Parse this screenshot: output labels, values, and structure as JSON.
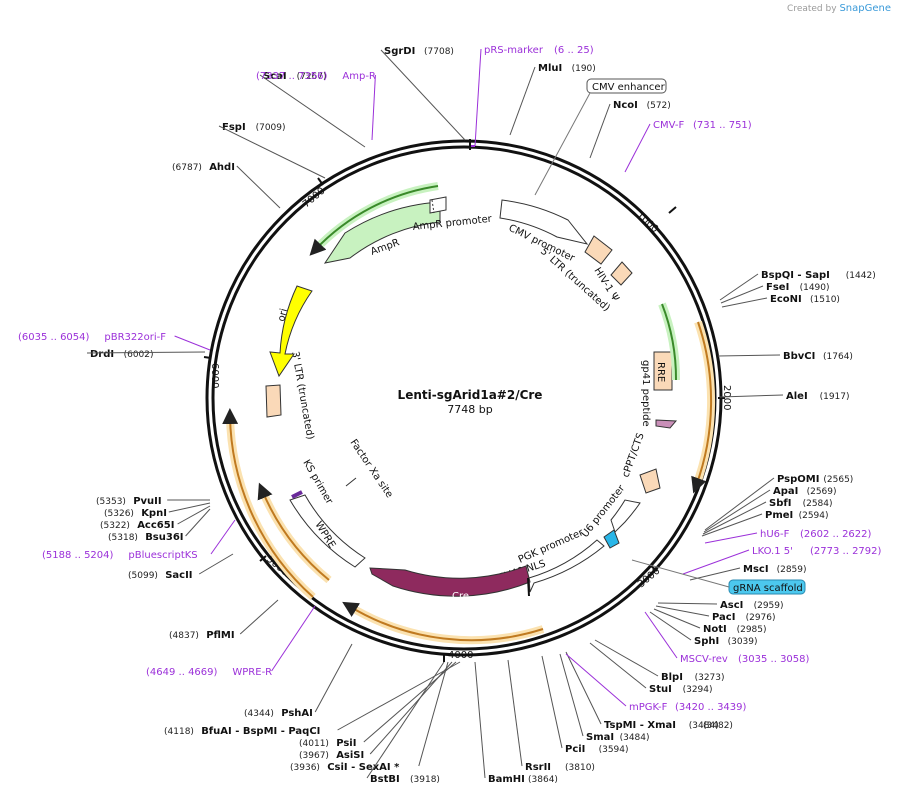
{
  "credit": {
    "prefix": "Created by",
    "brand": "SnapGene"
  },
  "plasmid": {
    "name": "Lenti-sgArid1a#2/Cre",
    "size_label": "7748 bp",
    "length": 7748
  },
  "ticks": [
    "1000",
    "2000",
    "3000",
    "4000",
    "5000",
    "6000",
    "7000"
  ],
  "sites": [
    {
      "pos": "(7708)",
      "name": "SgrDI"
    },
    {
      "pos": "(190)",
      "name": "MluI"
    },
    {
      "pos": "(572)",
      "name": "NcoI"
    },
    {
      "pos": "(7267)",
      "name": "ScaI"
    },
    {
      "pos": "(7009)",
      "name": "FspI"
    },
    {
      "pos": "(6787)",
      "name": "AhdI"
    },
    {
      "pos": "(1442)",
      "name": "BspQI - SapI"
    },
    {
      "pos": "(1490)",
      "name": "FseI"
    },
    {
      "pos": "(1510)",
      "name": "EcoNI"
    },
    {
      "pos": "(1764)",
      "name": "BbvCI"
    },
    {
      "pos": "(1917)",
      "name": "AleI"
    },
    {
      "pos": "(6002)",
      "name": "DrdI"
    },
    {
      "pos": "(2565)",
      "name": "PspOMI"
    },
    {
      "pos": "(2569)",
      "name": "ApaI"
    },
    {
      "pos": "(2584)",
      "name": "SbfI"
    },
    {
      "pos": "(2594)",
      "name": "PmeI"
    },
    {
      "pos": "(5353)",
      "name": "PvuII"
    },
    {
      "pos": "(5326)",
      "name": "KpnI"
    },
    {
      "pos": "(5322)",
      "name": "Acc65I"
    },
    {
      "pos": "(5318)",
      "name": "Bsu36I"
    },
    {
      "pos": "(2859)",
      "name": "MscI"
    },
    {
      "pos": "(5099)",
      "name": "SacII"
    },
    {
      "pos": "(2959)",
      "name": "AscI"
    },
    {
      "pos": "(2976)",
      "name": "PacI"
    },
    {
      "pos": "(2985)",
      "name": "NotI"
    },
    {
      "pos": "(3039)",
      "name": "SphI"
    },
    {
      "pos": "(4837)",
      "name": "PflMI"
    },
    {
      "pos": "(3273)",
      "name": "BlpI"
    },
    {
      "pos": "(3294)",
      "name": "StuI"
    },
    {
      "pos": "(4344)",
      "name": "PshAI"
    },
    {
      "pos": "(3484)",
      "name": "TspMI - XmaI"
    },
    {
      "pos": "(3482)",
      "name": ""
    },
    {
      "pos": "(4118)",
      "name": "BfuAI - BspMI - PaqCI"
    },
    {
      "pos": "(4011)",
      "name": "PsiI"
    },
    {
      "pos": "(3967)",
      "name": "AsiSI"
    },
    {
      "pos": "(3936)",
      "name": "CsiI - SexAI *"
    },
    {
      "pos": "(3918)",
      "name": "BstBI"
    },
    {
      "pos": "(3864)",
      "name": "BamHI"
    },
    {
      "pos": "(3810)",
      "name": "RsrII"
    },
    {
      "pos": "(3594)",
      "name": "PciI"
    },
    {
      "pos": "(3484)",
      "name": "SmaI"
    }
  ],
  "primers": [
    {
      "name": "pRS-marker",
      "range": "(6 .. 25)"
    },
    {
      "name": "Amp-R",
      "range": "(7337 .. 7356)"
    },
    {
      "name": "CMV-F",
      "range": "(731 .. 751)"
    },
    {
      "name": "pBR322ori-F",
      "range": "(6035 .. 6054)"
    },
    {
      "name": "hU6-F",
      "range": "(2602 .. 2622)"
    },
    {
      "name": "LKO.1 5'",
      "range": "(2773 .. 2792)"
    },
    {
      "name": "pBluescriptKS",
      "range": "(5188 .. 5204)"
    },
    {
      "name": "MSCV-rev",
      "range": "(3035 .. 3058)"
    },
    {
      "name": "mPGK-F",
      "range": "(3420 .. 3439)"
    },
    {
      "name": "WPRE-R",
      "range": "(4649 .. 4669)"
    }
  ],
  "boxed_labels": [
    {
      "text": "CMV enhancer",
      "style": "outline"
    },
    {
      "text": "gRNA scaffold",
      "style": "cyan"
    }
  ],
  "features": [
    {
      "label": "AmpR"
    },
    {
      "label": "AmpR promoter"
    },
    {
      "label": "CMV promoter"
    },
    {
      "label": "5' LTR (truncated)"
    },
    {
      "label": "HIV-1 Ψ"
    },
    {
      "label": "ori"
    },
    {
      "label": "RRE"
    },
    {
      "label": "gp41 peptide"
    },
    {
      "label": "cPPT/CTS"
    },
    {
      "label": "3' LTR (truncated)"
    },
    {
      "label": "Factor Xa site"
    },
    {
      "label": "KS primer"
    },
    {
      "label": "WPRE"
    },
    {
      "label": "U6 promoter"
    },
    {
      "label": "PGK promoter"
    },
    {
      "label": "SV40 NLS"
    },
    {
      "label": "Cre"
    }
  ],
  "colors": {
    "backbone": "#111111",
    "primer": "#9b30d9",
    "ampr": "#c8f2c0",
    "ori": "#ffff00",
    "ltr": "#fad9b8",
    "cre": "#8e2a5e",
    "u6": "#29b6e8",
    "gp41": "#c98fb8",
    "orf_orange": "#f0b24a",
    "orf_green": "#5bb035"
  }
}
